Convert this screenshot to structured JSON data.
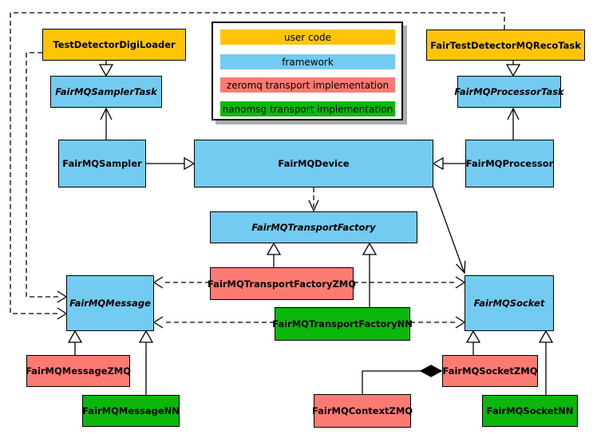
{
  "colors": {
    "user_code": "#FFC408",
    "framework": "#74CBF1",
    "zeromq": "#FB7B72",
    "nanomsg": "#0BB70B",
    "border": "#000000",
    "background": "#FFFFFF",
    "shadow": "#ADADAD"
  },
  "legend": {
    "items": [
      {
        "label": "user code",
        "category": "user_code"
      },
      {
        "label": "framework",
        "category": "framework"
      },
      {
        "label": "zeromq transport implementation",
        "category": "zeromq"
      },
      {
        "label": "nanomsg transport implementation",
        "category": "nanomsg"
      }
    ]
  },
  "classes": {
    "testDetectorDigiLoader": {
      "label": "TestDetectorDigiLoader",
      "category": "user_code",
      "abstract": false
    },
    "fairTestDetectorMQRecoTask": {
      "label": "FairTestDetectorMQRecoTask",
      "category": "user_code",
      "abstract": false
    },
    "samplerTask": {
      "label": "FairMQSamplerTask",
      "category": "framework",
      "abstract": true
    },
    "processorTask": {
      "label": "FairMQProcessorTask",
      "category": "framework",
      "abstract": true
    },
    "sampler": {
      "label": "FairMQSampler",
      "category": "framework",
      "abstract": false
    },
    "device": {
      "label": "FairMQDevice",
      "category": "framework",
      "abstract": false
    },
    "processor": {
      "label": "FairMQProcessor",
      "category": "framework",
      "abstract": false
    },
    "transportFactory": {
      "label": "FairMQTransportFactory",
      "category": "framework",
      "abstract": true
    },
    "transportFactoryZMQ": {
      "label": "FairMQTransportFactoryZMQ",
      "category": "zeromq",
      "abstract": false
    },
    "transportFactoryNN": {
      "label": "FairMQTransportFactoryNN",
      "category": "nanomsg",
      "abstract": false
    },
    "message": {
      "label": "FairMQMessage",
      "category": "framework",
      "abstract": true
    },
    "socket": {
      "label": "FairMQSocket",
      "category": "framework",
      "abstract": true
    },
    "messageZMQ": {
      "label": "FairMQMessageZMQ",
      "category": "zeromq",
      "abstract": false
    },
    "messageNN": {
      "label": "FairMQMessageNN",
      "category": "nanomsg",
      "abstract": false
    },
    "contextZMQ": {
      "label": "FairMQContextZMQ",
      "category": "zeromq",
      "abstract": false
    },
    "socketZMQ": {
      "label": "FairMQSocketZMQ",
      "category": "zeromq",
      "abstract": false
    },
    "socketNN": {
      "label": "FairMQSocketNN",
      "category": "nanomsg",
      "abstract": false
    }
  },
  "relationships": [
    {
      "from": "TestDetectorDigiLoader",
      "to": "FairMQSamplerTask",
      "type": "inheritance",
      "style": "solid"
    },
    {
      "from": "FairTestDetectorMQRecoTask",
      "to": "FairMQProcessorTask",
      "type": "inheritance",
      "style": "solid"
    },
    {
      "from": "FairMQSampler",
      "to": "FairMQSamplerTask",
      "type": "association",
      "style": "solid"
    },
    {
      "from": "FairMQProcessor",
      "to": "FairMQProcessorTask",
      "type": "association",
      "style": "solid"
    },
    {
      "from": "FairMQSampler",
      "to": "FairMQDevice",
      "type": "inheritance",
      "style": "solid"
    },
    {
      "from": "FairMQProcessor",
      "to": "FairMQDevice",
      "type": "inheritance",
      "style": "solid"
    },
    {
      "from": "FairMQDevice",
      "to": "FairMQTransportFactory",
      "type": "dependency",
      "style": "dashed"
    },
    {
      "from": "FairMQDevice",
      "to": "FairMQSocket",
      "type": "association",
      "style": "solid"
    },
    {
      "from": "FairMQTransportFactoryZMQ",
      "to": "FairMQTransportFactory",
      "type": "inheritance",
      "style": "solid"
    },
    {
      "from": "FairMQTransportFactoryNN",
      "to": "FairMQTransportFactory",
      "type": "inheritance",
      "style": "solid"
    },
    {
      "from": "FairMQTransportFactoryZMQ",
      "to": "FairMQMessage",
      "type": "dependency",
      "style": "dashed"
    },
    {
      "from": "FairMQTransportFactoryZMQ",
      "to": "FairMQSocket",
      "type": "dependency",
      "style": "dashed"
    },
    {
      "from": "FairMQTransportFactoryNN",
      "to": "FairMQMessage",
      "type": "dependency",
      "style": "dashed"
    },
    {
      "from": "FairMQTransportFactoryNN",
      "to": "FairMQSocket",
      "type": "dependency",
      "style": "dashed"
    },
    {
      "from": "TestDetectorDigiLoader",
      "to": "FairMQMessage",
      "type": "dependency",
      "style": "dashed"
    },
    {
      "from": "FairTestDetectorMQRecoTask",
      "to": "FairMQMessage",
      "type": "dependency",
      "style": "dashed"
    },
    {
      "from": "FairMQMessageZMQ",
      "to": "FairMQMessage",
      "type": "inheritance",
      "style": "solid"
    },
    {
      "from": "FairMQMessageNN",
      "to": "FairMQMessage",
      "type": "inheritance",
      "style": "solid"
    },
    {
      "from": "FairMQSocketZMQ",
      "to": "FairMQSocket",
      "type": "inheritance",
      "style": "solid"
    },
    {
      "from": "FairMQSocketNN",
      "to": "FairMQSocket",
      "type": "inheritance",
      "style": "solid"
    },
    {
      "from": "FairMQContextZMQ",
      "to": "FairMQSocketZMQ",
      "type": "composition",
      "style": "solid"
    }
  ]
}
